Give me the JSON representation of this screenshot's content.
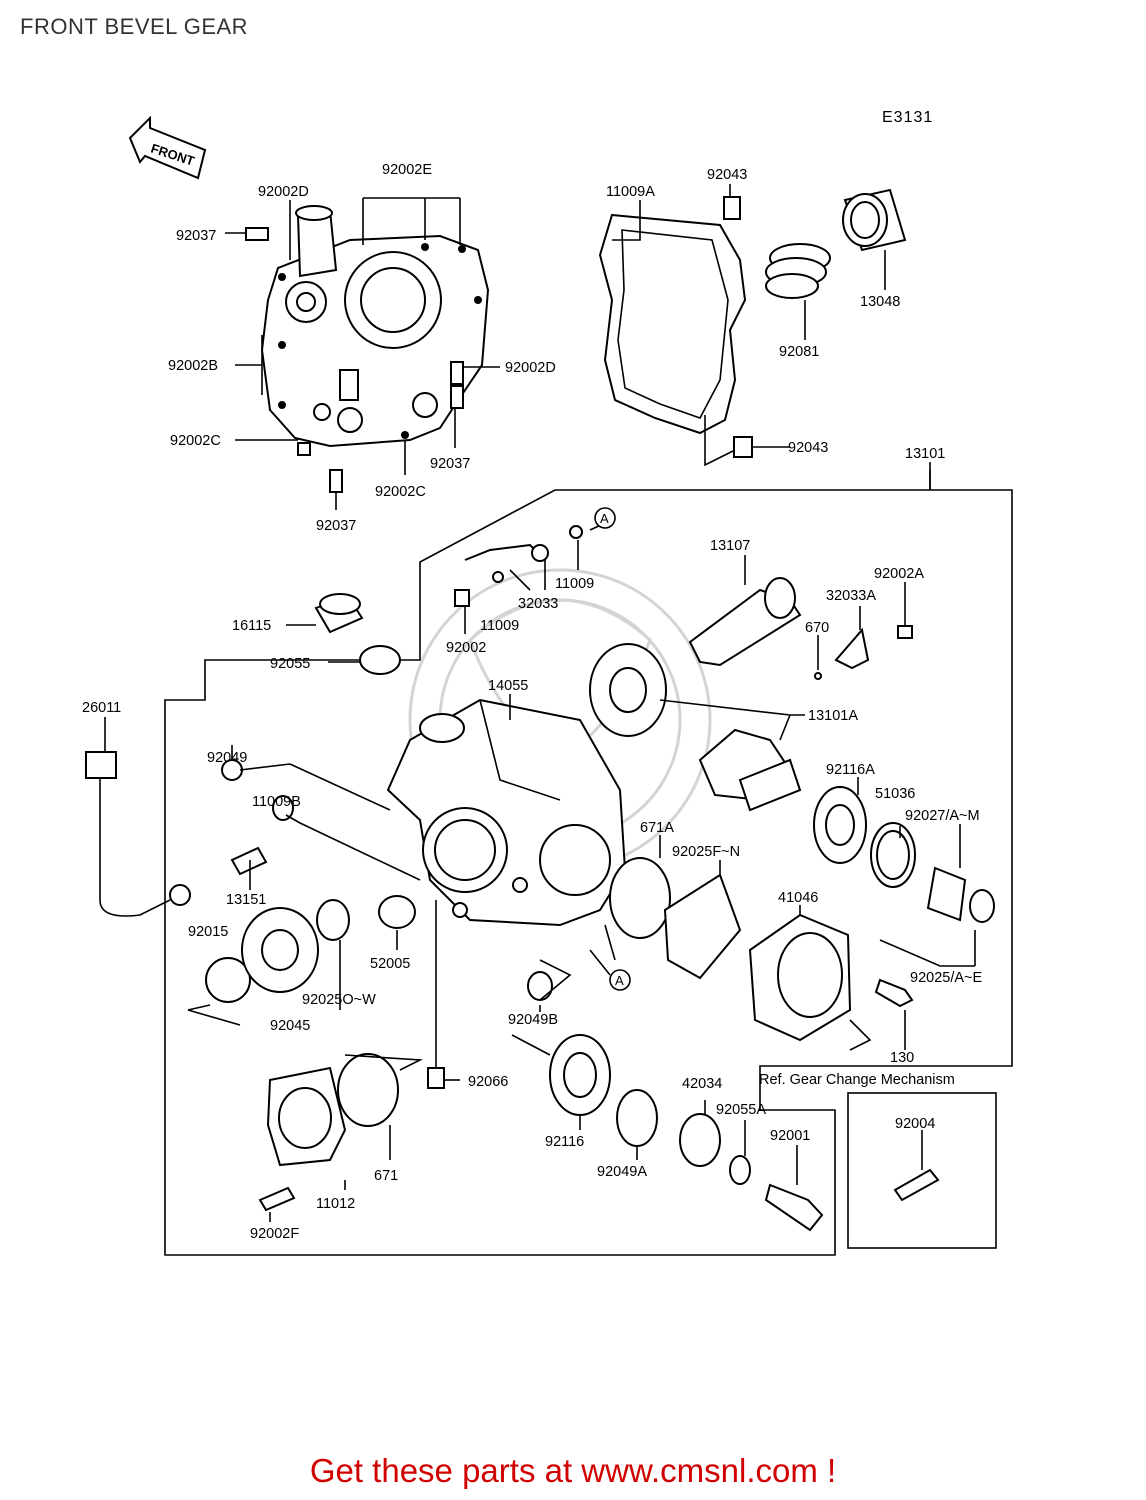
{
  "page": {
    "title": "FRONT BEVEL GEAR",
    "diagram_code": "E3131",
    "front_arrow": "FRONT",
    "ref_note": "Ref. Gear Change Mechanism",
    "footer": "Get these parts at www.cmsnl.com !"
  },
  "labels": [
    "92002D",
    "92002E",
    "92037",
    "92002B",
    "92002D",
    "92002C",
    "92037",
    "92002C",
    "92037",
    "11009A",
    "92043",
    "13048",
    "92081",
    "92043",
    "13101",
    "16115",
    "92055",
    "11009",
    "32033",
    "11009",
    "92002",
    "13107",
    "92002A",
    "32033A",
    "670",
    "13101A",
    "26011",
    "14055",
    "92049",
    "11009B",
    "13151",
    "92116A",
    "51036",
    "92027/A~M",
    "671A",
    "92025F~N",
    "41046",
    "92025/A~E",
    "130",
    "92015",
    "52005",
    "92025O~W",
    "92045",
    "92049B",
    "92066",
    "42034",
    "92055A",
    "92001",
    "92004",
    "92116",
    "92049A",
    "671",
    "11012",
    "92002F"
  ],
  "callouts": [
    "A",
    "A"
  ]
}
